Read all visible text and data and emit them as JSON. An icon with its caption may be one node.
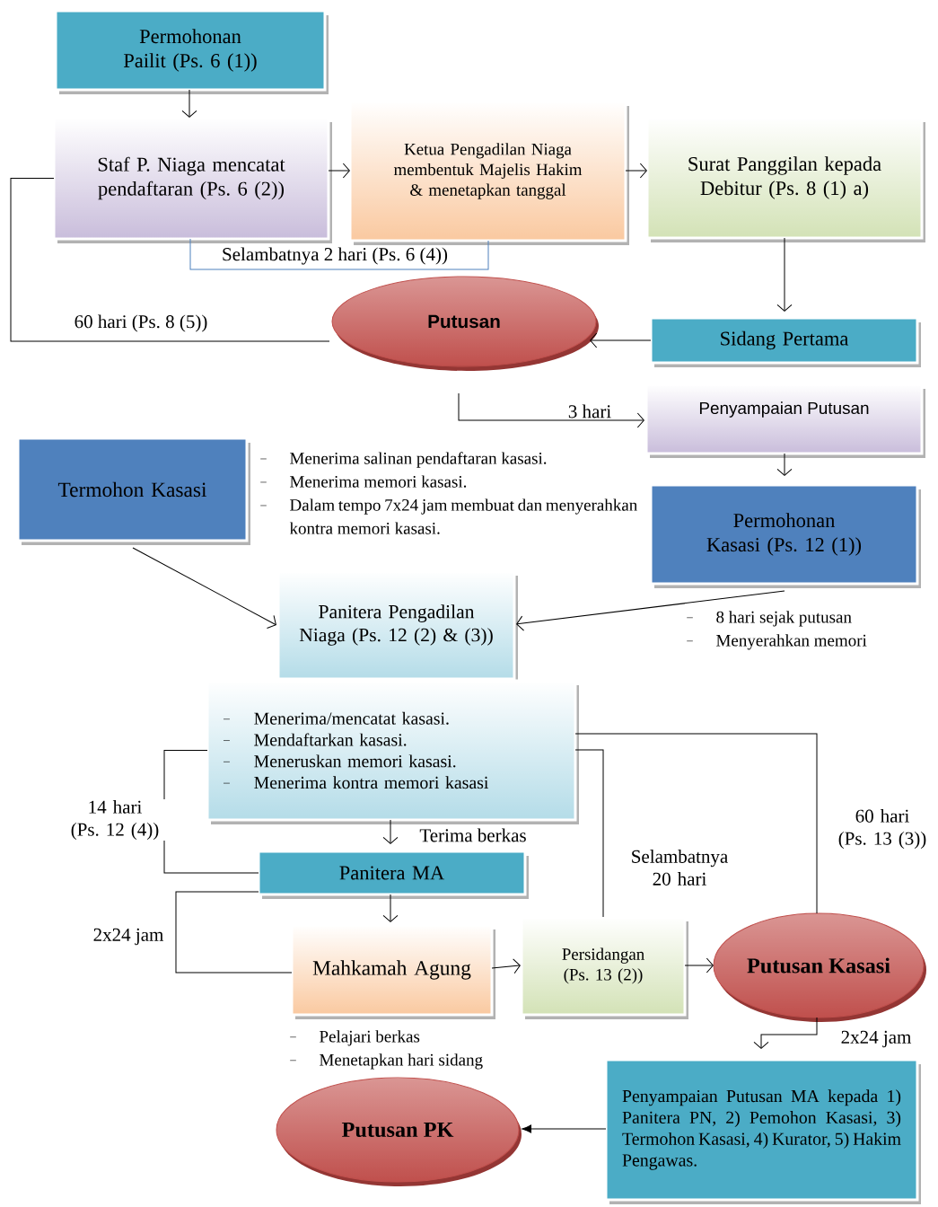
{
  "diagram": {
    "nodes": [
      {
        "text": [
          "Permohonan Pailit (Ps. 6 (1))"
        ]
      },
      {
        "text": [
          "Staf P. Niaga mencatat pendaftaran (Ps. 6 (2))"
        ]
      },
      {
        "text": [
          "Ketua Pengadilan Niaga membentuk Majelis Hakim & menetapkan tanggal"
        ]
      },
      {
        "text": [
          "Surat Panggilan kepada Debitur (Ps. 8 (1) a)"
        ]
      },
      {
        "text": [
          "Putusan"
        ]
      },
      {
        "text": [
          "Sidang Pertama"
        ]
      },
      {
        "text": [
          "Penyampaian Putusan"
        ]
      },
      {
        "text": [
          "Termohon Kasasi"
        ],
        "beside": [
          "Menerima salinan pendaftaran kasasi.",
          "Menerima memori kasasi.",
          "Dalam tempo 7x24 jam membuat dan menyerahkan kontra memori kasasi."
        ]
      },
      {
        "text": [
          "Permohonan Kasasi (Ps. 12 (1))"
        ],
        "beside": [
          "8 hari sejak putusan",
          "Menyerahkan memori"
        ]
      },
      {
        "text": [
          "Panitera Pengadilan Niaga (Ps. 12 (2) & (3))"
        ]
      },
      {
        "text": [
          "Menerima/mencatat kasasi.",
          "Mendaftarkan kasasi.",
          "Meneruskan memori kasasi.",
          "Menerima kontra memori kasasi"
        ]
      },
      {
        "text": [
          "Panitera MA"
        ]
      },
      {
        "text": [
          "Mahkamah Agung"
        ],
        "beside": [
          "Pelajari berkas",
          "Menetapkan hari sidang"
        ]
      },
      {
        "text": [
          "Persidangan (Ps. 13 (2))"
        ]
      },
      {
        "text": [
          "Putusan Kasasi"
        ]
      },
      {
        "text": [
          "Penyampaian Putusan MA kepada 1) Panitera PN, 2) Pemohon Kasasi, 3) Termohon Kasasi, 4) Kurator, 5) Hakim Pengawas."
        ]
      },
      {
        "text": [
          "Putusan PK"
        ]
      }
    ],
    "edges": [
      {
        "from": 0,
        "to": 1,
        "arrow": "to"
      },
      {
        "from": 1,
        "to": 2,
        "arrow": "to"
      },
      {
        "from": 2,
        "to": 3,
        "arrow": "to"
      },
      {
        "from": 1,
        "to": 2,
        "arrow": "none",
        "label": "Selambatnya 2 hari (Ps. 6 (4))",
        "color": "#4f81bd"
      },
      {
        "from": 3,
        "to": 5,
        "arrow": "to"
      },
      {
        "from": 5,
        "to": 4,
        "arrow": "to"
      },
      {
        "from": 1,
        "to": 4,
        "arrow": "none",
        "label": "60 hari (Ps. 8 (5))"
      },
      {
        "from": 4,
        "to": 6,
        "arrow": "to",
        "label": "3 hari"
      },
      {
        "from": 6,
        "to": 8,
        "arrow": "to"
      },
      {
        "from": 7,
        "to": 9,
        "arrow": "to"
      },
      {
        "from": 8,
        "to": 9,
        "arrow": "to"
      },
      {
        "from": 10,
        "to": 11,
        "arrow": "to",
        "label": "Terima berkas"
      },
      {
        "from": 10,
        "to": 11,
        "arrow": "none",
        "label": "14 hari (Ps. 12 (4))"
      },
      {
        "from": 11,
        "to": 12,
        "arrow": "to"
      },
      {
        "from": 11,
        "to": 12,
        "arrow": "none",
        "label": "2x24 jam"
      },
      {
        "from": 12,
        "to": 13,
        "arrow": "to"
      },
      {
        "from": 13,
        "to": 14,
        "arrow": "to"
      },
      {
        "from": 10,
        "to": 13,
        "arrow": "none",
        "label": "Selambatnya 20 hari"
      },
      {
        "from": 10,
        "to": 14,
        "arrow": "none",
        "label": "60 hari (Ps. 13 (3))"
      },
      {
        "from": 14,
        "to": 15,
        "arrow": "to",
        "label": "2x24 jam"
      },
      {
        "from": 15,
        "to": 16,
        "arrow": "to"
      }
    ]
  }
}
